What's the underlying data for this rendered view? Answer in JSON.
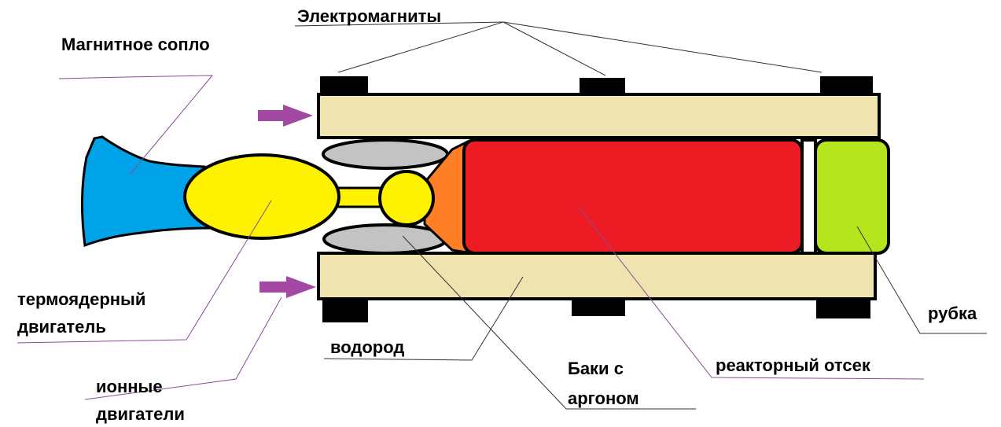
{
  "labels": {
    "electromagnets": "Электромагниты",
    "magnetic_nozzle": "Магнитное сопло",
    "thermonuclear_engine_line1": "термоядерный",
    "thermonuclear_engine_line2": "двигатель",
    "hydrogen": "водород",
    "argon_tanks_line1": "Баки с",
    "argon_tanks_line2": "аргоном",
    "reactor_compartment": "реакторный отсек",
    "cabin": "рубка",
    "ion_engines_line1": "ионные",
    "ion_engines_line2": "двигатели"
  },
  "colors": {
    "hull": "#efe4b0",
    "magnet": "#000000",
    "arrow": "#a349a4",
    "nozzle": "#00a2e8",
    "engine": "#fff200",
    "tank": "#c3c3c3",
    "transition": "#ff7f27",
    "reactor": "#ed1c24",
    "cabin": "#b5e61d"
  }
}
